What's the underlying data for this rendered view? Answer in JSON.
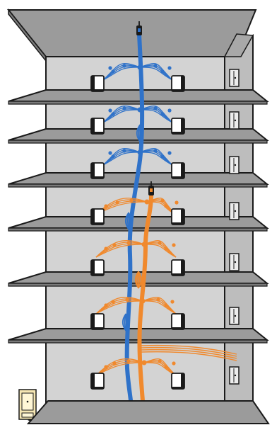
{
  "diagram": {
    "floors": 7,
    "wifi_units_per_floor": 2,
    "systems": [
      {
        "id": "blue",
        "color": "#2f72c9",
        "floors_served": [
          5,
          6,
          7
        ]
      },
      {
        "id": "orange",
        "color": "#f0892d",
        "floors_served": [
          1,
          2,
          3,
          4
        ]
      }
    ]
  },
  "colors": {
    "background": "#ffffff",
    "wall": "#d3d3d3",
    "slab": "#9b9b9b",
    "outline": "#1a1a1a",
    "blue_cable": "#2f72c9",
    "orange_cable": "#f0892d",
    "cabinet": "#f6e7b4",
    "device": "#ffffff"
  },
  "icons": [
    "antenna-icon",
    "wifi-access-point-icon",
    "door-icon",
    "splitter-icon",
    "patch-panel-icon",
    "wall-cabinet-icon"
  ]
}
